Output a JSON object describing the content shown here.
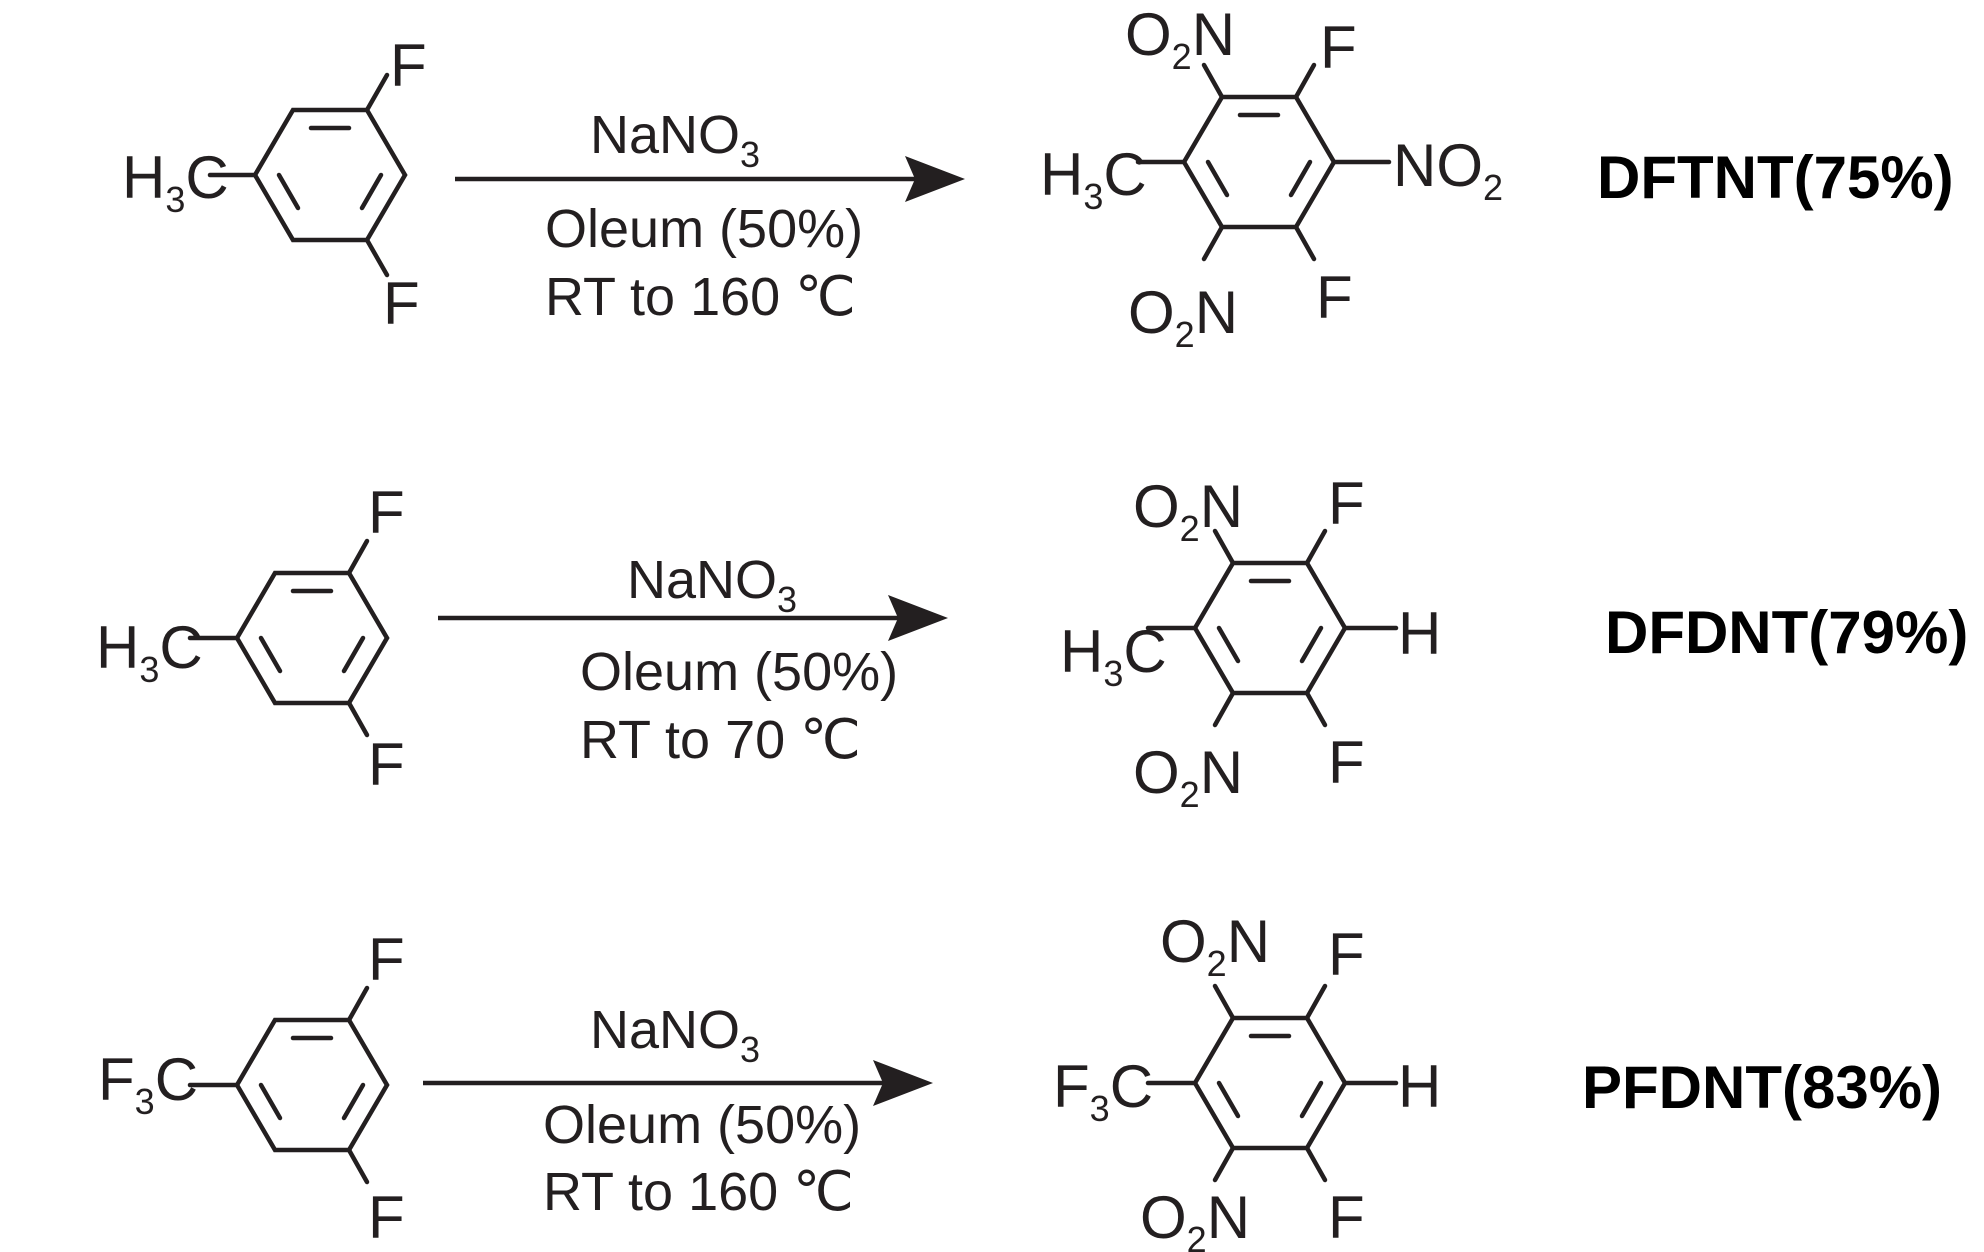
{
  "reactions": [
    {
      "reactant": {
        "subst": "H",
        "sub": "3",
        "tail": "C",
        "f_top": "F",
        "f_bot": "F"
      },
      "reagent": {
        "main": "NaNO",
        "sub": "3"
      },
      "condition_1": "Oleum (50%)",
      "condition_2": "RT to 160 ℃",
      "product": {
        "subst": "H",
        "sub": "3",
        "tail": "C",
        "no2_top": {
          "a": "O",
          "sub": "2",
          "b": "N"
        },
        "no2_bot": {
          "a": "O",
          "sub": "2",
          "b": "N"
        },
        "right": {
          "a": "NO",
          "sub": "2"
        },
        "f_top": "F",
        "f_bot": "F"
      },
      "product_name": "DFTNT(75%)"
    },
    {
      "reactant": {
        "subst": "H",
        "sub": "3",
        "tail": "C",
        "f_top": "F",
        "f_bot": "F"
      },
      "reagent": {
        "main": "NaNO",
        "sub": "3"
      },
      "condition_1": "Oleum (50%)",
      "condition_2": "RT to 70 ℃",
      "product": {
        "subst": "H",
        "sub": "3",
        "tail": "C",
        "no2_top": {
          "a": "O",
          "sub": "2",
          "b": "N"
        },
        "no2_bot": {
          "a": "O",
          "sub": "2",
          "b": "N"
        },
        "right": {
          "a": "H"
        },
        "f_top": "F",
        "f_bot": "F"
      },
      "product_name": "DFDNT(79%)"
    },
    {
      "reactant": {
        "subst": "F",
        "sub": "3",
        "tail": "C",
        "f_top": "F",
        "f_bot": "F"
      },
      "reagent": {
        "main": "NaNO",
        "sub": "3"
      },
      "condition_1": "Oleum (50%)",
      "condition_2": "RT to 160 ℃",
      "product": {
        "subst": "F",
        "sub": "3",
        "tail": "C",
        "no2_top": {
          "a": "O",
          "sub": "2",
          "b": "N"
        },
        "no2_bot": {
          "a": "O",
          "sub": "2",
          "b": "N"
        },
        "right": {
          "a": "H"
        },
        "f_top": "F",
        "f_bot": "F"
      },
      "product_name": "PFDNT(83%)"
    }
  ]
}
